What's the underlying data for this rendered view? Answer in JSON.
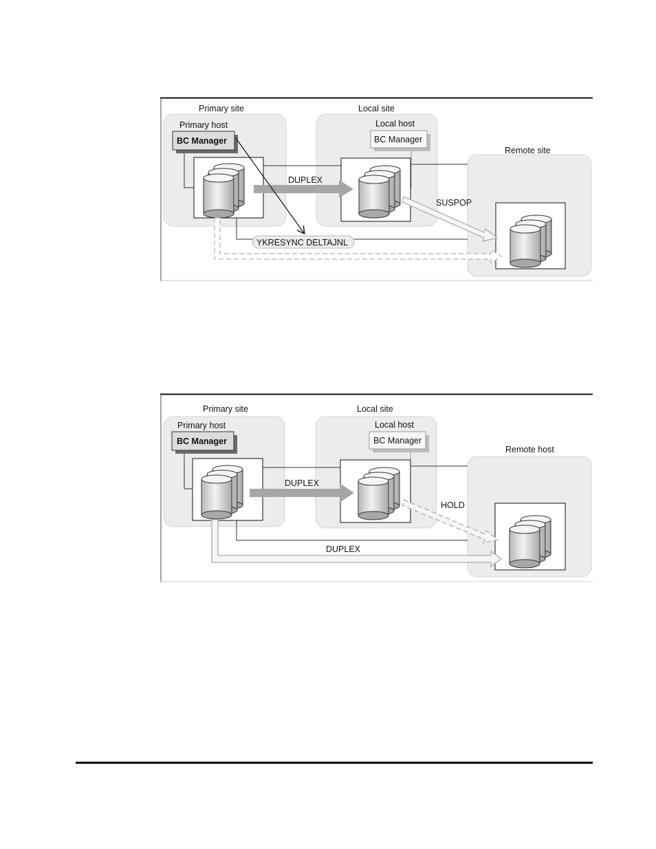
{
  "figures": [
    {
      "labels": {
        "primary_site": "Primary site",
        "primary_host": "Primary host",
        "primary_bc_manager": "BC Manager",
        "local_site": "Local site",
        "local_host": "Local host",
        "local_bc_manager": "BC Manager",
        "remote_site": "Remote site",
        "arrow_primary_local": "DUPLEX",
        "arrow_local_remote": "SUSPOP",
        "command_pill": "YKRESYNC DELTAJNL"
      }
    },
    {
      "labels": {
        "primary_site": "Primary site",
        "primary_host": "Primary host",
        "primary_bc_manager": "BC Manager",
        "local_site": "Local site",
        "local_host": "Local host",
        "local_bc_manager": "BC Manager",
        "remote_host": "Remote host",
        "arrow_primary_local": "DUPLEX",
        "arrow_local_remote": "HOLD",
        "arrow_primary_remote": "DUPLEX"
      }
    }
  ]
}
